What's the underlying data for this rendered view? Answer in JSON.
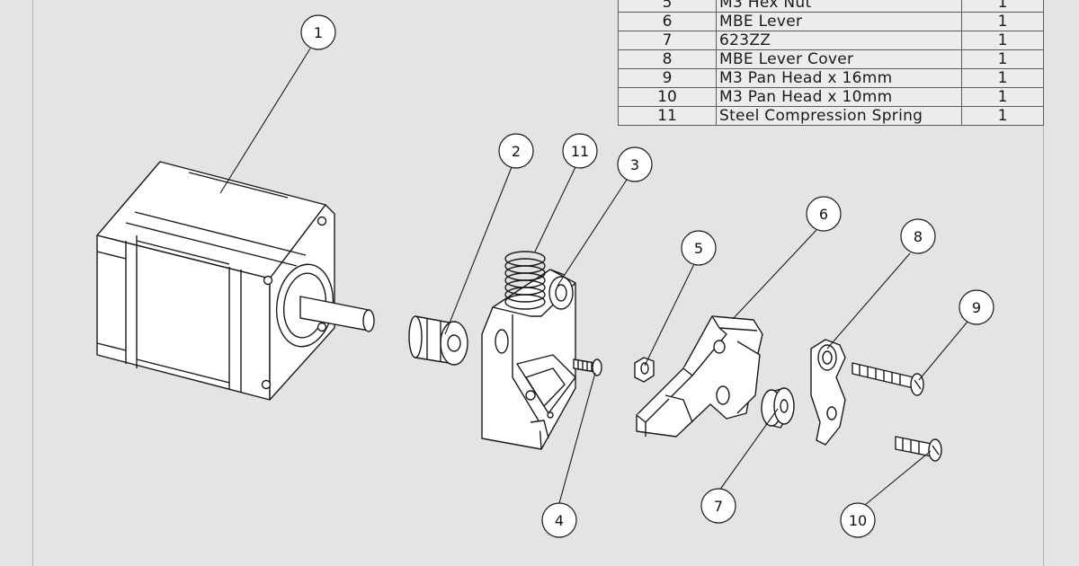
{
  "bom": {
    "rows": [
      {
        "item": "5",
        "description": "M3 Hex Nut",
        "qty": "1"
      },
      {
        "item": "6",
        "description": "MBE Lever",
        "qty": "1"
      },
      {
        "item": "7",
        "description": "623ZZ",
        "qty": "1"
      },
      {
        "item": "8",
        "description": "MBE Lever Cover",
        "qty": "1"
      },
      {
        "item": "9",
        "description": "M3 Pan Head x 16mm",
        "qty": "1"
      },
      {
        "item": "10",
        "description": "M3 Pan Head x 10mm",
        "qty": "1"
      },
      {
        "item": "11",
        "description": "Steel Compression Spring",
        "qty": "1"
      }
    ]
  },
  "balloons": {
    "b1": "1",
    "b2": "2",
    "b3": "3",
    "b4": "4",
    "b5": "5",
    "b6": "6",
    "b7": "7",
    "b8": "8",
    "b9": "9",
    "b10": "10",
    "b11": "11"
  },
  "colors": {
    "background": "#e4e4e4",
    "line": "#1a1a1a",
    "part_fill": "#ffffff"
  }
}
